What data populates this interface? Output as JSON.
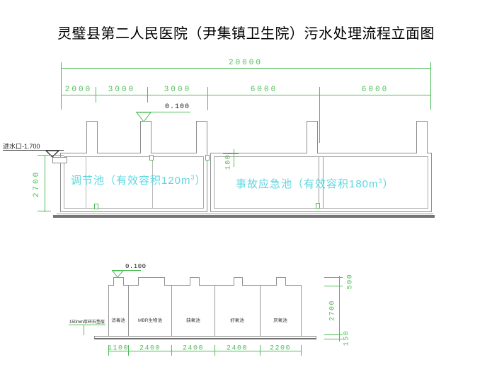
{
  "title": "灵璧县第二人民医院（尹集镇卫生院）污水处理流程立面图",
  "colors": {
    "dimension_green": "#4fbd58",
    "label_cyan": "#5cd6e2",
    "structure_gray": "#8f8f8f",
    "text_black": "#222222"
  },
  "upper": {
    "total_dim": "20000",
    "segment_dims": [
      "2000",
      "3000",
      "3000",
      "6000",
      "6000"
    ],
    "elevation_mark": "0.100",
    "inlet_label": "进水口-1.700",
    "depth_dim": "2700",
    "wall_dim": "100",
    "tank1": {
      "prefix": "调节池（有效容积120m",
      "sup": "3",
      "suffix": "）"
    },
    "tank2": {
      "prefix": "事故应急池（有效容积180m",
      "sup": "3",
      "suffix": "）"
    }
  },
  "lower": {
    "elevation_mark": "0.100",
    "note": "150mm厚碎石垫层",
    "chambers": [
      {
        "label": "消毒池",
        "width_dim": "1100"
      },
      {
        "label": "MBR生物池",
        "width_dim": "2400"
      },
      {
        "label": "缺氧池",
        "width_dim": "2400"
      },
      {
        "label": "好氧池",
        "width_dim": "2400"
      },
      {
        "label": "厌氧池",
        "width_dim": "2200"
      }
    ],
    "height_dims": [
      "500",
      "2700",
      "150"
    ]
  }
}
